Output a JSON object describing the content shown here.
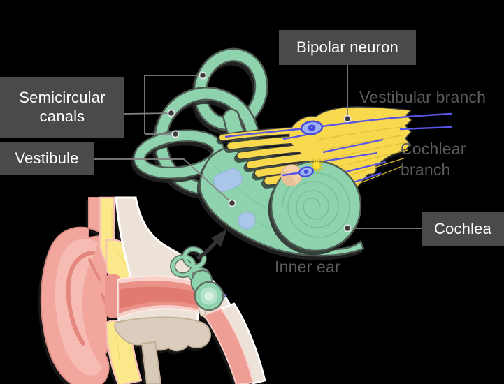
{
  "scene": {
    "background": "#000000",
    "description": "Inner ear anatomy diagram with labeled structures and an ear cross-section inset"
  },
  "labels": {
    "semicircular_canals": "Semicircular canals",
    "vestibule": "Vestibule",
    "bipolar_neuron": "Bipolar neuron",
    "cochlea": "Cochlea"
  },
  "annotations": {
    "vestibular_branch": "Vestibular branch",
    "cochlear_branch": "Cochlear branch",
    "inner_ear": "Inner ear"
  },
  "palette": {
    "label_box": "#4a4a4a",
    "label_text": "#ffffff",
    "annotation_text": "#595b5e",
    "leader_line": "#828282",
    "inner_ear_green": "#8ed3ae",
    "nerve_yellow": "#f8d84d",
    "axon_blue": "#5a55e8",
    "neuron_fill": "#9db2f0",
    "macula_blue": "#aac7e9",
    "ganglion_peach": "#f4d0a6",
    "starburst_yellow": "#ffe231",
    "pinna_pink": "#f2a69e",
    "fat_yellow": "#fbe88a",
    "bone_cream": "#ece2d7",
    "ear_canal_pink": "#eb9187",
    "ossicle_blue": "#92aed8",
    "jaw_tan": "#dbcdbd"
  }
}
